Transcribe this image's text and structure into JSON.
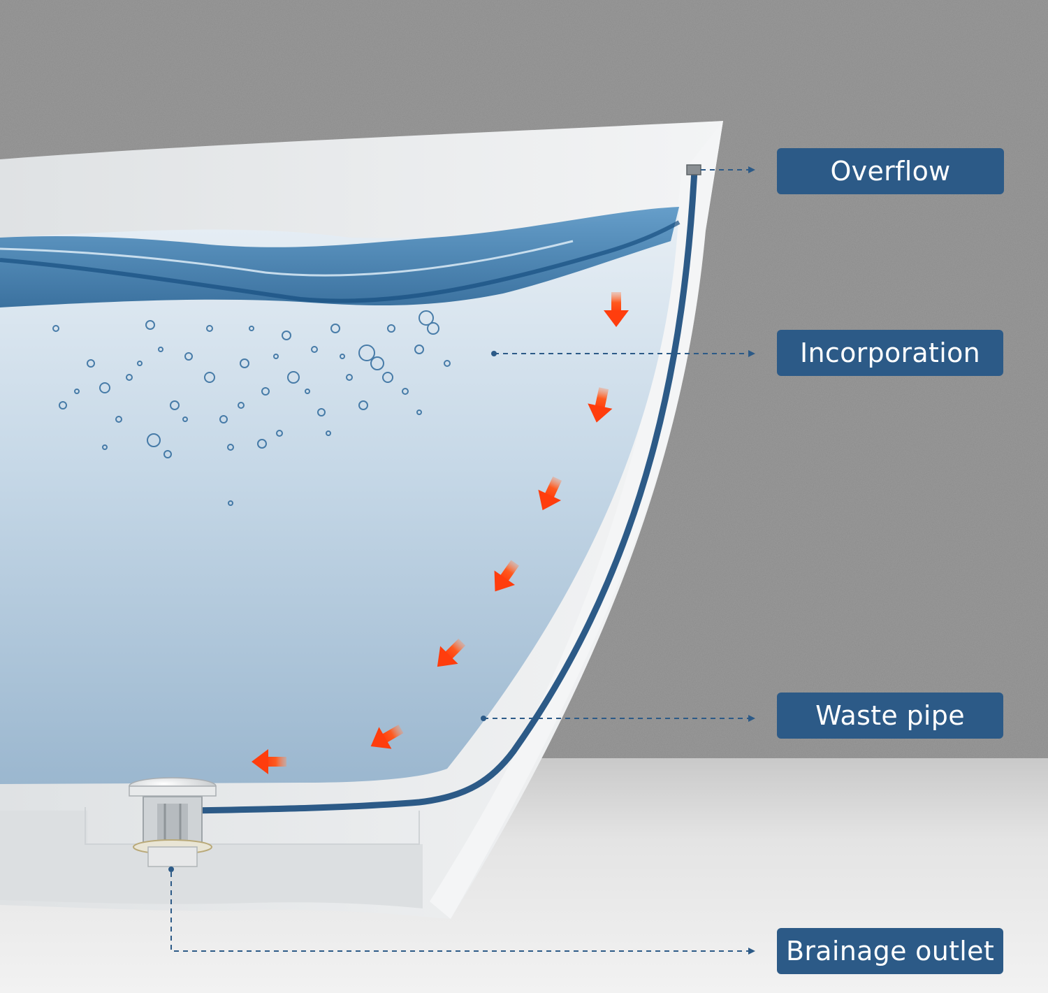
{
  "callouts": {
    "overflow": "Overflow",
    "incorporation": "Incorporation",
    "waste_pipe": "Waste pipe",
    "brainage_outlet": "Brainage outlet"
  },
  "colors": {
    "callout_bg": "#2c5a87",
    "pipe": "#2c5a87",
    "flow_arrow": "#ff4a12",
    "wall": "#9a9a9a",
    "floor": "#e6e6e6",
    "tub_shell": "#e9ecee",
    "water_top": "#dfe9f1",
    "water_bottom": "#9fbbd3"
  },
  "icons": {
    "flow_arrows": "orange-down-arrow",
    "outlet": "pop-up-drain-icon"
  }
}
